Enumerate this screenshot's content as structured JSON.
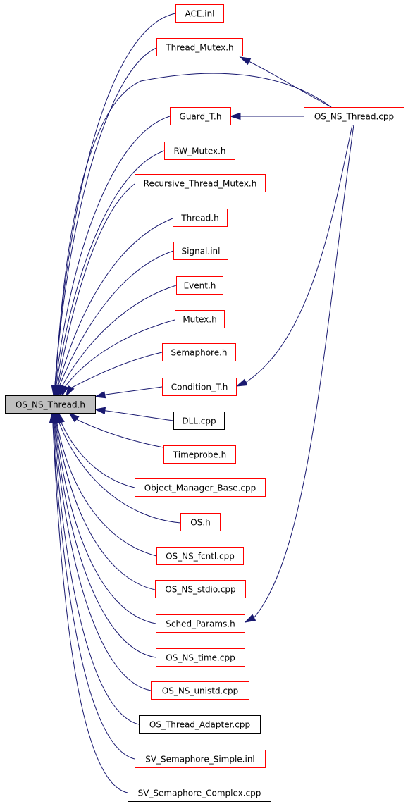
{
  "diagram": {
    "title": "",
    "colors": {
      "edge": "#191970",
      "border_linked": "#ff0000",
      "border_plain": "#000000",
      "root_fill": "#bfbfbf",
      "node_fill": "#ffffff"
    },
    "root": {
      "id": "root",
      "label": "OS_NS_Thread.h"
    },
    "nodes": [
      {
        "id": "ace_inl",
        "label": "ACE.inl",
        "linked": true
      },
      {
        "id": "thread_mutex_h",
        "label": "Thread_Mutex.h",
        "linked": true
      },
      {
        "id": "guard_t_h",
        "label": "Guard_T.h",
        "linked": true
      },
      {
        "id": "rw_mutex_h",
        "label": "RW_Mutex.h",
        "linked": true
      },
      {
        "id": "recursive_thread_mutex_h",
        "label": "Recursive_Thread_Mutex.h",
        "linked": true
      },
      {
        "id": "thread_h",
        "label": "Thread.h",
        "linked": true
      },
      {
        "id": "signal_inl",
        "label": "Signal.inl",
        "linked": true
      },
      {
        "id": "event_h",
        "label": "Event.h",
        "linked": true
      },
      {
        "id": "mutex_h",
        "label": "Mutex.h",
        "linked": true
      },
      {
        "id": "semaphore_h",
        "label": "Semaphore.h",
        "linked": true
      },
      {
        "id": "condition_t_h",
        "label": "Condition_T.h",
        "linked": true
      },
      {
        "id": "dll_cpp",
        "label": "DLL.cpp",
        "linked": false
      },
      {
        "id": "timeprobe_h",
        "label": "Timeprobe.h",
        "linked": true
      },
      {
        "id": "object_manager_base_cpp",
        "label": "Object_Manager_Base.cpp",
        "linked": true
      },
      {
        "id": "os_h",
        "label": "OS.h",
        "linked": true
      },
      {
        "id": "os_ns_fcntl_cpp",
        "label": "OS_NS_fcntl.cpp",
        "linked": true
      },
      {
        "id": "os_ns_stdio_cpp",
        "label": "OS_NS_stdio.cpp",
        "linked": true
      },
      {
        "id": "sched_params_h",
        "label": "Sched_Params.h",
        "linked": true
      },
      {
        "id": "os_ns_time_cpp",
        "label": "OS_NS_time.cpp",
        "linked": true
      },
      {
        "id": "os_ns_unistd_cpp",
        "label": "OS_NS_unistd.cpp",
        "linked": true
      },
      {
        "id": "os_thread_adapter_cpp",
        "label": "OS_Thread_Adapter.cpp",
        "linked": false
      },
      {
        "id": "sv_semaphore_simple_inl",
        "label": "SV_Semaphore_Simple.inl",
        "linked": true
      },
      {
        "id": "sv_semaphore_complex_cpp",
        "label": "SV_Semaphore_Complex.cpp",
        "linked": false
      },
      {
        "id": "os_ns_thread_cpp",
        "label": "OS_NS_Thread.cpp",
        "linked": true
      }
    ],
    "edges": [
      {
        "from": "ace_inl",
        "to": "root"
      },
      {
        "from": "thread_mutex_h",
        "to": "root"
      },
      {
        "from": "guard_t_h",
        "to": "root"
      },
      {
        "from": "rw_mutex_h",
        "to": "root"
      },
      {
        "from": "recursive_thread_mutex_h",
        "to": "root"
      },
      {
        "from": "thread_h",
        "to": "root"
      },
      {
        "from": "signal_inl",
        "to": "root"
      },
      {
        "from": "event_h",
        "to": "root"
      },
      {
        "from": "mutex_h",
        "to": "root"
      },
      {
        "from": "semaphore_h",
        "to": "root"
      },
      {
        "from": "condition_t_h",
        "to": "root"
      },
      {
        "from": "dll_cpp",
        "to": "root"
      },
      {
        "from": "timeprobe_h",
        "to": "root"
      },
      {
        "from": "object_manager_base_cpp",
        "to": "root"
      },
      {
        "from": "os_h",
        "to": "root"
      },
      {
        "from": "os_ns_fcntl_cpp",
        "to": "root"
      },
      {
        "from": "os_ns_stdio_cpp",
        "to": "root"
      },
      {
        "from": "sched_params_h",
        "to": "root"
      },
      {
        "from": "os_ns_time_cpp",
        "to": "root"
      },
      {
        "from": "os_ns_unistd_cpp",
        "to": "root"
      },
      {
        "from": "os_thread_adapter_cpp",
        "to": "root"
      },
      {
        "from": "sv_semaphore_simple_inl",
        "to": "root"
      },
      {
        "from": "sv_semaphore_complex_cpp",
        "to": "root"
      },
      {
        "from": "os_ns_thread_cpp",
        "to": "root"
      },
      {
        "from": "os_ns_thread_cpp",
        "to": "thread_mutex_h"
      },
      {
        "from": "os_ns_thread_cpp",
        "to": "guard_t_h"
      },
      {
        "from": "os_ns_thread_cpp",
        "to": "condition_t_h"
      },
      {
        "from": "os_ns_thread_cpp",
        "to": "sched_params_h"
      }
    ]
  }
}
